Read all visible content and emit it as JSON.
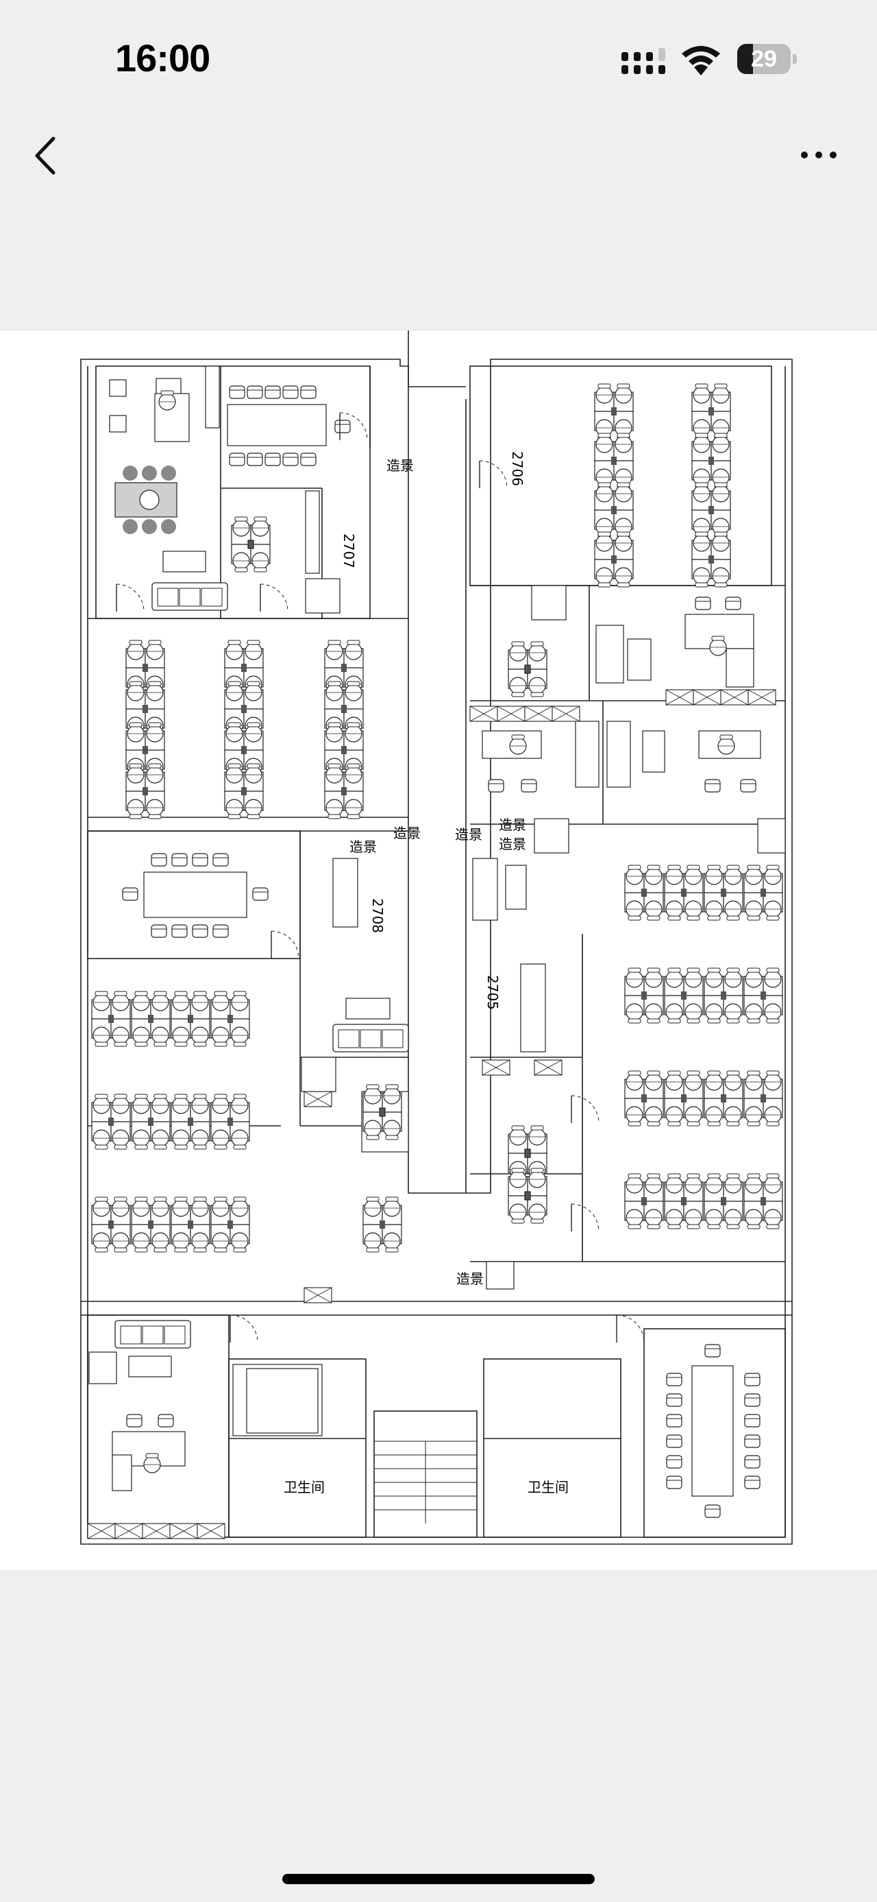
{
  "status_bar": {
    "time": "16:00",
    "battery_level": "29",
    "battery_fraction": 0.29,
    "signal_icon": "cellular-signal-icon",
    "wifi_icon": "wifi-icon",
    "battery_icon": "battery-icon"
  },
  "nav": {
    "back_icon": "chevron-left-icon",
    "more_icon": "ellipsis-icon"
  },
  "floorplan": {
    "landscape_label": "造景",
    "restroom_label": "卫生间",
    "room_numbers": {
      "r2707": "2707",
      "r2706": "2706",
      "r2708": "2708",
      "r2705": "2705"
    }
  }
}
